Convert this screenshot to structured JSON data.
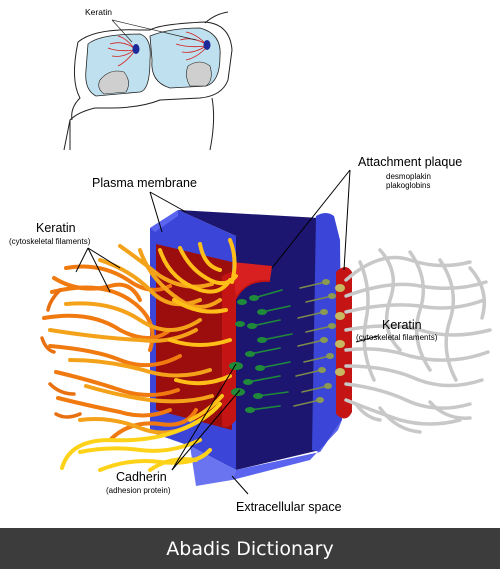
{
  "labels": {
    "keratin_top": "Keratin",
    "plasma_membrane": "Plasma membrane",
    "keratin_left": "Keratin",
    "keratin_left_sub": "(cytoskeletal filaments)",
    "attachment_plaque": "Attachment plaque",
    "attachment_plaque_sub1": "desmoplakin",
    "attachment_plaque_sub2": "plakoglobins",
    "keratin_right": "Keratin",
    "keratin_right_sub": "(cytoskeletal filaments)",
    "cadherin": "Cadherin",
    "cadherin_sub": "(adhesion protein)",
    "extracellular_space": "Extracellular space"
  },
  "footer": {
    "text": "Abadis Dictionary"
  },
  "colors": {
    "membrane_blue": "#3b46d8",
    "membrane_dark": "#1c1670",
    "plaque_red": "#c41414",
    "cadherin_green": "#1f8a3a",
    "keratin_orange": "#f39a10",
    "keratin_gray": "#c8c8c8",
    "footer_bg": "#3c3c3c"
  }
}
